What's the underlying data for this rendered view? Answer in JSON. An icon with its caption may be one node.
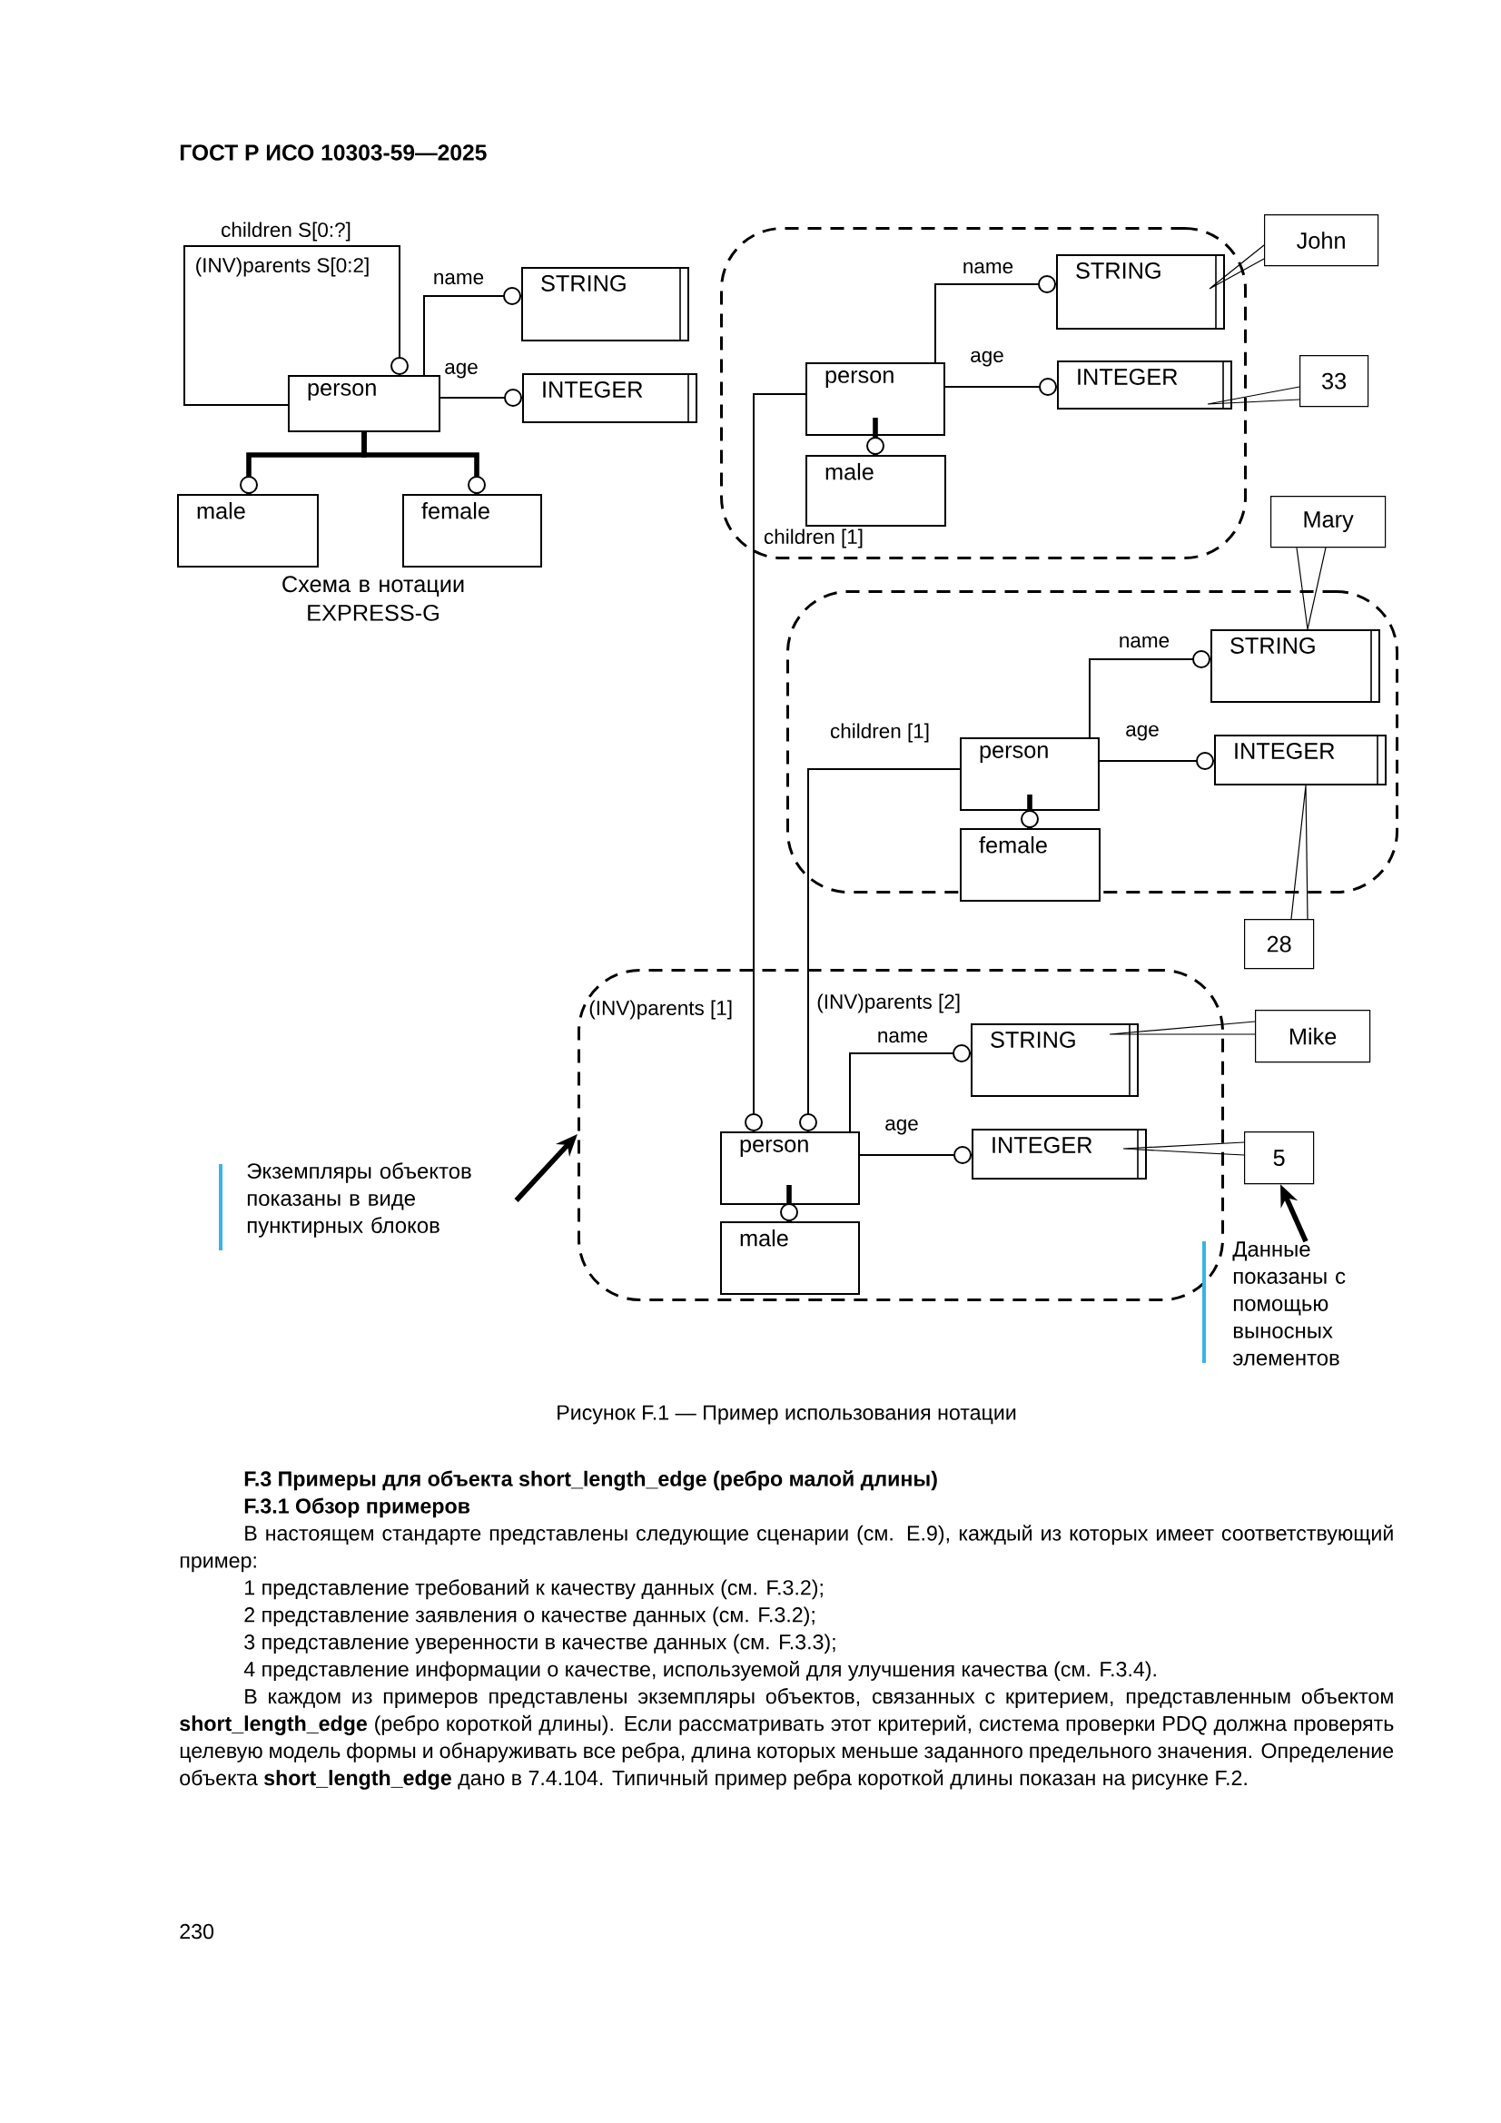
{
  "diagram": {
    "caption": "Рисунок F.1 — Пример использования нотации",
    "nodes": [
      {
        "text": [
          "person"
        ]
      },
      {
        "text": [
          "STRING"
        ]
      },
      {
        "text": [
          "INTEGER"
        ]
      },
      {
        "text": [
          "male"
        ]
      },
      {
        "text": [
          "female"
        ]
      },
      {
        "text": [],
        "shape": "box"
      },
      {
        "text": [
          "person"
        ],
        "in": 5
      },
      {
        "text": [
          "STRING"
        ],
        "in": 5
      },
      {
        "text": [
          "INTEGER"
        ],
        "in": 5
      },
      {
        "text": [
          "male"
        ],
        "in": 5
      },
      {
        "text": [
          "John"
        ]
      },
      {
        "text": [
          "33"
        ]
      },
      {
        "text": [],
        "shape": "box"
      },
      {
        "text": [
          "person"
        ],
        "in": 12
      },
      {
        "text": [
          "STRING"
        ],
        "in": 12
      },
      {
        "text": [
          "INTEGER"
        ],
        "in": 12
      },
      {
        "text": [
          "female"
        ]
      },
      {
        "text": [
          "Mary"
        ]
      },
      {
        "text": [
          "28"
        ]
      },
      {
        "text": [],
        "shape": "box"
      },
      {
        "text": [
          "person"
        ],
        "in": 19
      },
      {
        "text": [
          "STRING"
        ],
        "in": 19
      },
      {
        "text": [
          "INTEGER"
        ],
        "in": 19
      },
      {
        "text": [
          "male"
        ],
        "in": 19
      },
      {
        "text": [
          "Mike"
        ]
      },
      {
        "text": [
          "5"
        ]
      },
      {
        "text": [
          "Экземпляры объектов показаны в виде пунктирных блоков"
        ]
      },
      {
        "text": [
          "Данные показаны с помощью выносных элементов"
        ]
      }
    ],
    "edges": [
      {
        "from": 0,
        "to": 0,
        "arrow": "other",
        "label": "children S[0:?]"
      },
      {
        "from": 0,
        "to": 1,
        "arrow": "other",
        "label": "name"
      },
      {
        "from": 0,
        "to": 2,
        "arrow": "other",
        "label": "age"
      },
      {
        "from": 0,
        "to": 3,
        "arrow": "other",
        "style": "thick"
      },
      {
        "from": 0,
        "to": 4,
        "arrow": "other",
        "style": "thick"
      },
      {
        "from": 6,
        "to": 7,
        "arrow": "other",
        "label": "name"
      },
      {
        "from": 6,
        "to": 8,
        "arrow": "other",
        "label": "age"
      },
      {
        "from": 6,
        "to": 9,
        "arrow": "other",
        "style": "thick"
      },
      {
        "from": 10,
        "to": 7,
        "arrow": "none"
      },
      {
        "from": 11,
        "to": 8,
        "arrow": "none"
      },
      {
        "from": 6,
        "to": 20,
        "arrow": "other",
        "label": "children [1]"
      },
      {
        "from": 13,
        "to": 14,
        "arrow": "other",
        "label": "name"
      },
      {
        "from": 13,
        "to": 15,
        "arrow": "other",
        "label": "age"
      },
      {
        "from": 13,
        "to": 16,
        "arrow": "other",
        "style": "thick"
      },
      {
        "from": 17,
        "to": 14,
        "arrow": "none"
      },
      {
        "from": 18,
        "to": 15,
        "arrow": "none"
      },
      {
        "from": 13,
        "to": 20,
        "arrow": "other",
        "label": "children [1]"
      },
      {
        "from": 20,
        "to": 21,
        "arrow": "other",
        "label": "name"
      },
      {
        "from": 20,
        "to": 22,
        "arrow": "other",
        "label": "age"
      },
      {
        "from": 20,
        "to": 23,
        "arrow": "other",
        "style": "thick"
      },
      {
        "from": 24,
        "to": 21,
        "arrow": "none"
      },
      {
        "from": 25,
        "to": 22,
        "arrow": "none"
      },
      {
        "from": 26,
        "to": 19,
        "arrow": "to",
        "style": "thick"
      },
      {
        "from": 27,
        "to": 25,
        "arrow": "to",
        "style": "thick"
      }
    ],
    "labels": [
      "ГОСТ Р ИСО 10303-59—2025",
      "(INV)parents S[0:2]",
      "Схема в нотации EXPRESS-G",
      "(INV)parents [1]",
      "(INV)parents [2]",
      "F.3 Примеры для объекта short_length_edge (ребро малой длины)",
      "F.3.1 Обзор примеров",
      "В настоящем стандарте представлены следующие сценарии (см. E.9), каждый из которых имеет соответствующий пример:",
      "1 представление требований к качеству данных (см. F.3.2);",
      "2 представление заявления о качестве данных (см. F.3.2);",
      "3 представление уверенности в качестве данных (см. F.3.3);",
      "4 представление информации о качестве, используемой для улучшения качества (см. F.3.4).",
      "В каждом из примеров представлены экземпляры объектов, связанных с критерием, представленным объектом **short_length_edge** (ребро короткой длины). Если рассматривать этот критерий, система проверки PDQ должна проверять целевую модель формы и обнаруживать все ребра, длина которых меньше заданного предельного значения. Определение объекта **short_length_edge** дано в 7.4.104. Типичный пример ребра короткой длины показан на рисунке F.2.",
      "230"
    ]
  }
}
